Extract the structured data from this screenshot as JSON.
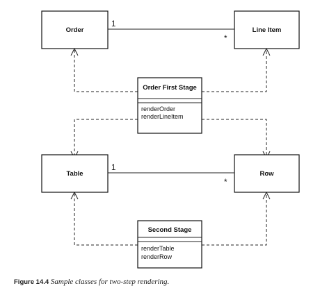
{
  "classes": {
    "order": {
      "name": "Order"
    },
    "line_item": {
      "name": "Line Item"
    },
    "order_first_stage": {
      "name": "Order First Stage",
      "operations": [
        "renderOrder",
        "renderLineItem"
      ]
    },
    "table": {
      "name": "Table"
    },
    "row": {
      "name": "Row"
    },
    "second_stage": {
      "name": "Second Stage",
      "operations": [
        "renderTable",
        "renderRow"
      ]
    }
  },
  "associations": {
    "order_line_item": {
      "from_multiplicity": "1",
      "to_multiplicity": "*"
    },
    "table_row": {
      "from_multiplicity": "1",
      "to_multiplicity": "*"
    }
  },
  "caption": {
    "label": "Figure 14.4",
    "text": "Sample classes for two-step rendering."
  }
}
